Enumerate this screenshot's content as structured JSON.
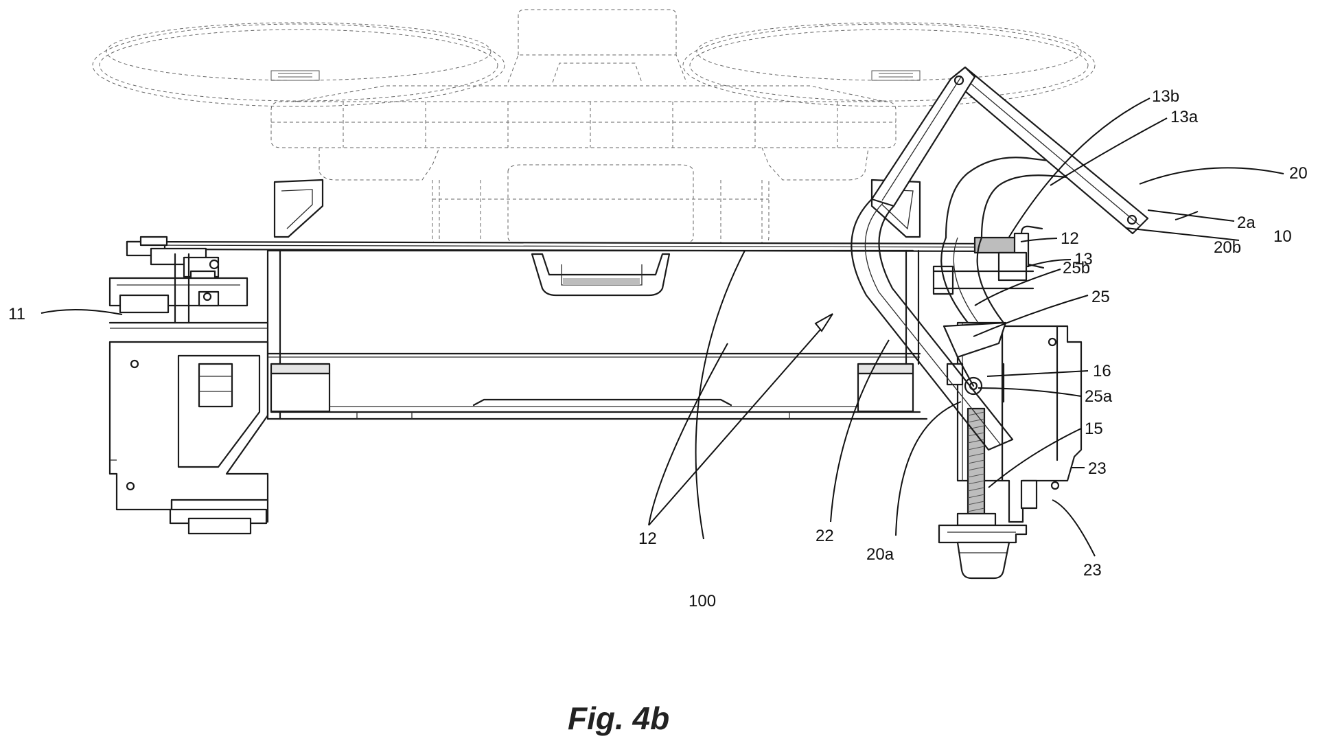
{
  "figure": {
    "caption": "Fig. 4b",
    "reference_numerals": {
      "n11": "11",
      "n12_top": "12",
      "n12_bottom": "12",
      "n13": "13",
      "n13a": "13a",
      "n13b": "13b",
      "n15": "15",
      "n16": "16",
      "n2a": "2a",
      "n10": "10",
      "n20": "20",
      "n20a": "20a",
      "n20b": "20b",
      "n22": "22",
      "n23_top": "23",
      "n23_bottom": "23",
      "n25": "25",
      "n25a": "25a",
      "n25b": "25b",
      "n100": "100"
    }
  }
}
